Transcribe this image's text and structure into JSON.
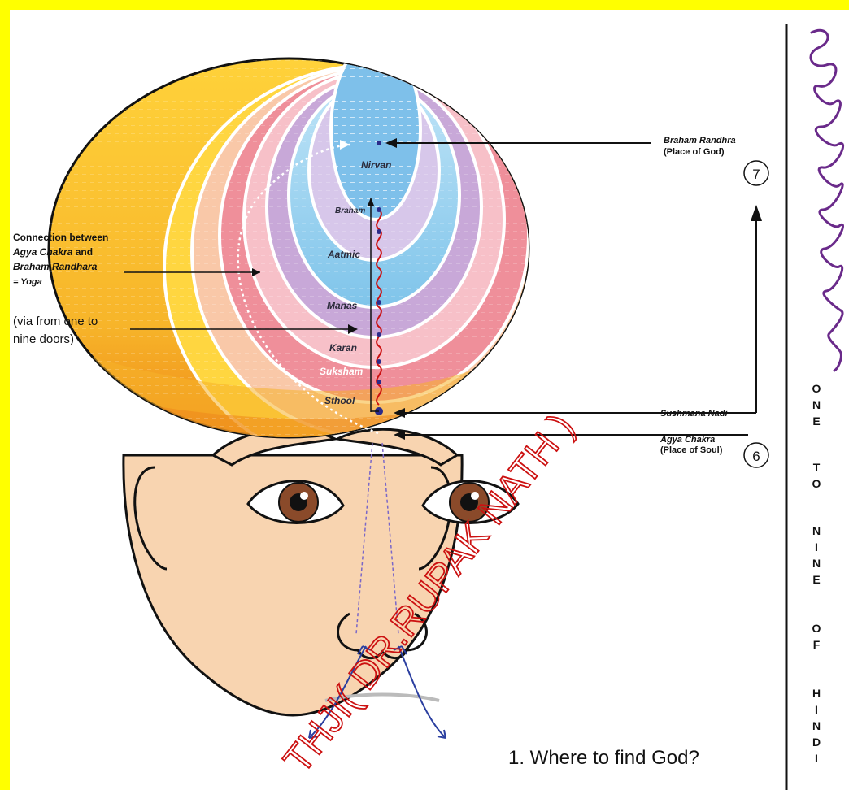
{
  "colors": {
    "border": "#ffff00",
    "skin": "#f8d4b0",
    "skin_outline": "#111111",
    "iris": "#8a4a2a",
    "nadi": "#cc1111",
    "arrow_blue": "#2b3fa0",
    "watermark": "#cc1111"
  },
  "layers": [
    "Nirvan",
    "Braham",
    "Aatmic",
    "Manas",
    "Karan",
    "Suksham",
    "Sthool"
  ],
  "left_labels": {
    "connection": {
      "line1": "Connection between",
      "line2": "Agya Chakra",
      "line2_suffix": " and",
      "line3": "Braham Randhara",
      "line4": "= Yoga"
    },
    "via": {
      "line1": "(via from one to",
      "line2": "nine doors)"
    }
  },
  "right_labels": {
    "braham_randhra": {
      "name": "Braham Randhra",
      "sub": "(Place of God)",
      "number": "7"
    },
    "sushmana": "Sushmana Nadi",
    "agya": {
      "name": "Agya Chakra",
      "sub": "(Place of Soul)",
      "number": "6"
    }
  },
  "side_text": [
    "O",
    "N",
    "E",
    "T",
    "O",
    "N",
    "I",
    "N",
    "E",
    "O",
    "F",
    "H",
    "I",
    "N",
    "D",
    "I"
  ],
  "caption": "1. Where to find God?",
  "watermark": "THJI( DR.RUPAK NATH )"
}
